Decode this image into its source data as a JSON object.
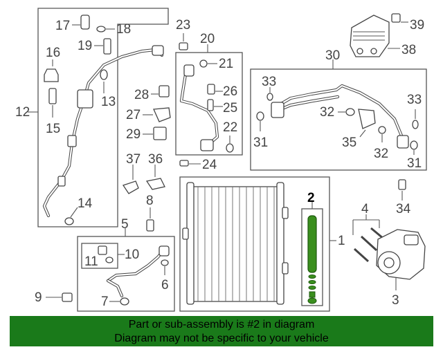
{
  "callouts": {
    "n1": "1",
    "n2": "2",
    "n3": "3",
    "n4": "4",
    "n5": "5",
    "n6": "6",
    "n7": "7",
    "n8": "8",
    "n9": "9",
    "n10": "10",
    "n11": "11",
    "n12": "12",
    "n13": "13",
    "n14": "14",
    "n15": "15",
    "n16": "16",
    "n17": "17",
    "n18": "18",
    "n19": "19",
    "n20": "20",
    "n21": "21",
    "n22": "22",
    "n23": "23",
    "n24": "24",
    "n25": "25",
    "n26": "26",
    "n27": "27",
    "n28": "28",
    "n29": "29",
    "n30": "30",
    "n31a": "31",
    "n31b": "31",
    "n32a": "32",
    "n32b": "32",
    "n33a": "33",
    "n33b": "33",
    "n34": "34",
    "n35": "35",
    "n36": "36",
    "n37": "37",
    "n38": "38",
    "n39": "39"
  },
  "highlight_color": "#3a8f1e",
  "banner": {
    "line1": "Part or sub-assembly is #2 in diagram",
    "line2": "Diagram may not be specific to your vehicle",
    "background": "#1a7a1a"
  }
}
